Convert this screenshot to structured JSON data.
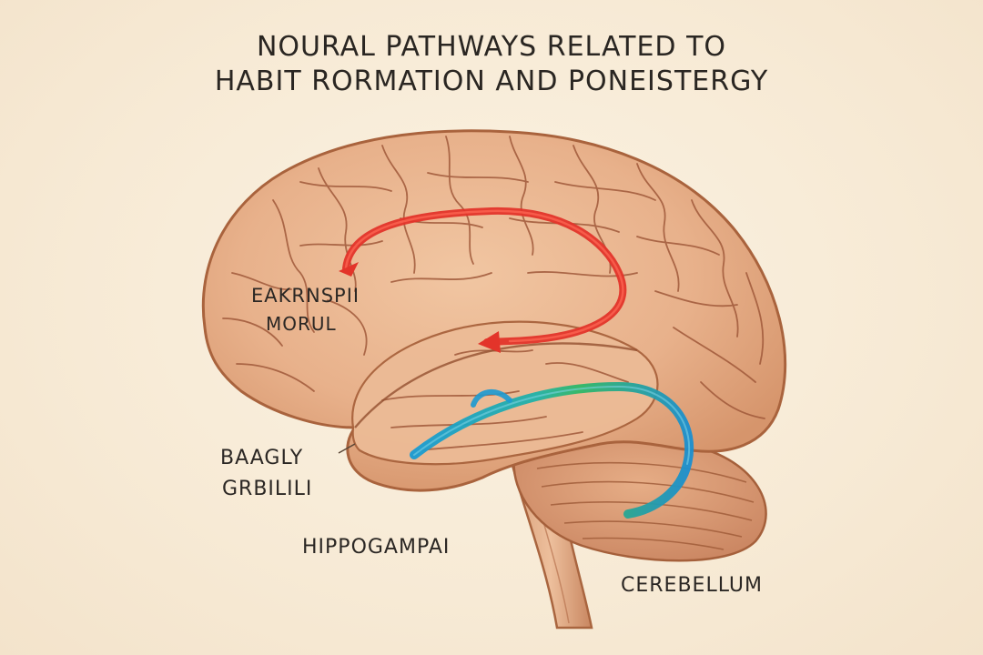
{
  "title": {
    "line1": "NOURAL PATHWAYS RELATED TO",
    "line2": "HABIT RORMATION AND PONEISTERGY"
  },
  "labels": {
    "upper_region_line1": "EAKRNSPII",
    "upper_region_line2": "MORUL",
    "basal_line1": "BAAGLY",
    "basal_line2": "GRBILILI",
    "hippocampus": "HIPPOGAMPAI",
    "cerebellum": "CEREBELLUM"
  },
  "colors": {
    "background": "#f8ecd8",
    "brain_fill": "#e9b48f",
    "brain_outline": "#b06a44",
    "red_pathway": "#e3342a",
    "blue_pathway": "#1b9ad2",
    "green_pathway": "#2fb866",
    "label_text": "#2b2724"
  }
}
